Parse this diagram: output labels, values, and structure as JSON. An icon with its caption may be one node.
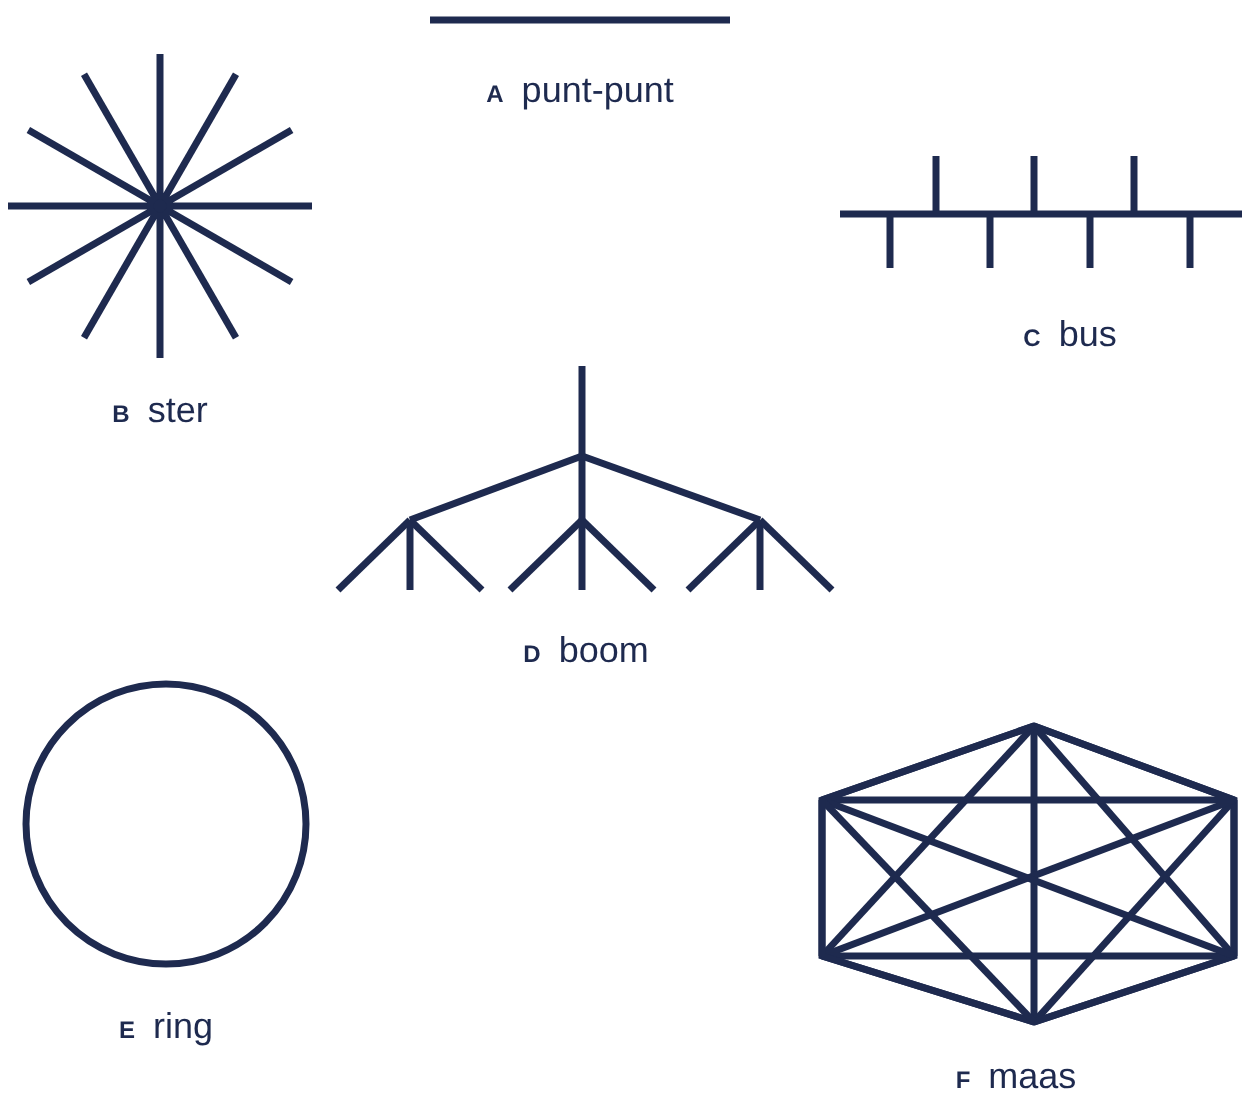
{
  "diagram": {
    "labels": [
      "**A** punt-punt",
      "**B** ster",
      "**C** bus",
      "**D** boom",
      "**E** ring",
      "**F** maas"
    ]
  }
}
